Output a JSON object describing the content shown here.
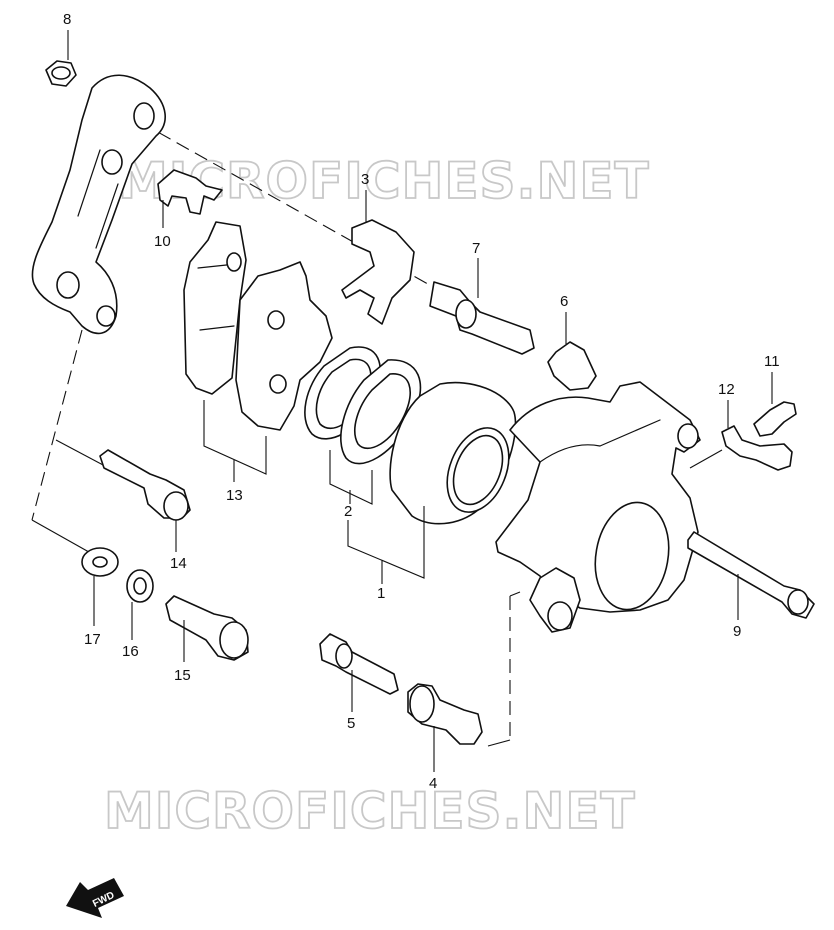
{
  "watermark": {
    "text_top": "MICROFICHES.NET",
    "text_bottom": "MICROFICHES.NET"
  },
  "callouts": {
    "p1": "1",
    "p2": "2",
    "p3": "3",
    "p4": "4",
    "p5": "5",
    "p6": "6",
    "p7": "7",
    "p8": "8",
    "p9": "9",
    "p10": "10",
    "p11": "11",
    "p12": "12",
    "p13": "13",
    "p14": "14",
    "p15": "15",
    "p16": "16",
    "p17": "17"
  },
  "direction_marker": {
    "label": "FWD"
  }
}
